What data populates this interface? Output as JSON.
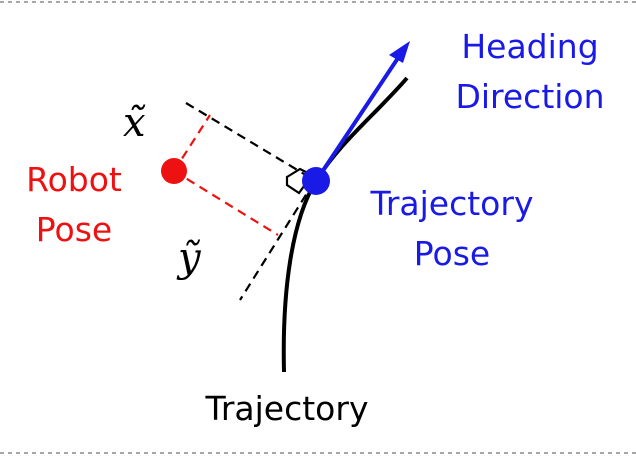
{
  "labels": {
    "heading_line1": "Heading",
    "heading_line2": "Direction",
    "robot_line1": "Robot",
    "robot_line2": "Pose",
    "trajpose_line1": "Trajectory",
    "trajpose_line2": "Pose",
    "trajectory": "Trajectory",
    "x_tilde": "x̃",
    "y_tilde": "ỹ"
  },
  "colors": {
    "heading": "#1a1ae6",
    "robot": "#ee1111",
    "trajectory_pose": "#1a1ae6",
    "trajectory": "#000000",
    "axes": "#000000",
    "border": "#888888"
  }
}
